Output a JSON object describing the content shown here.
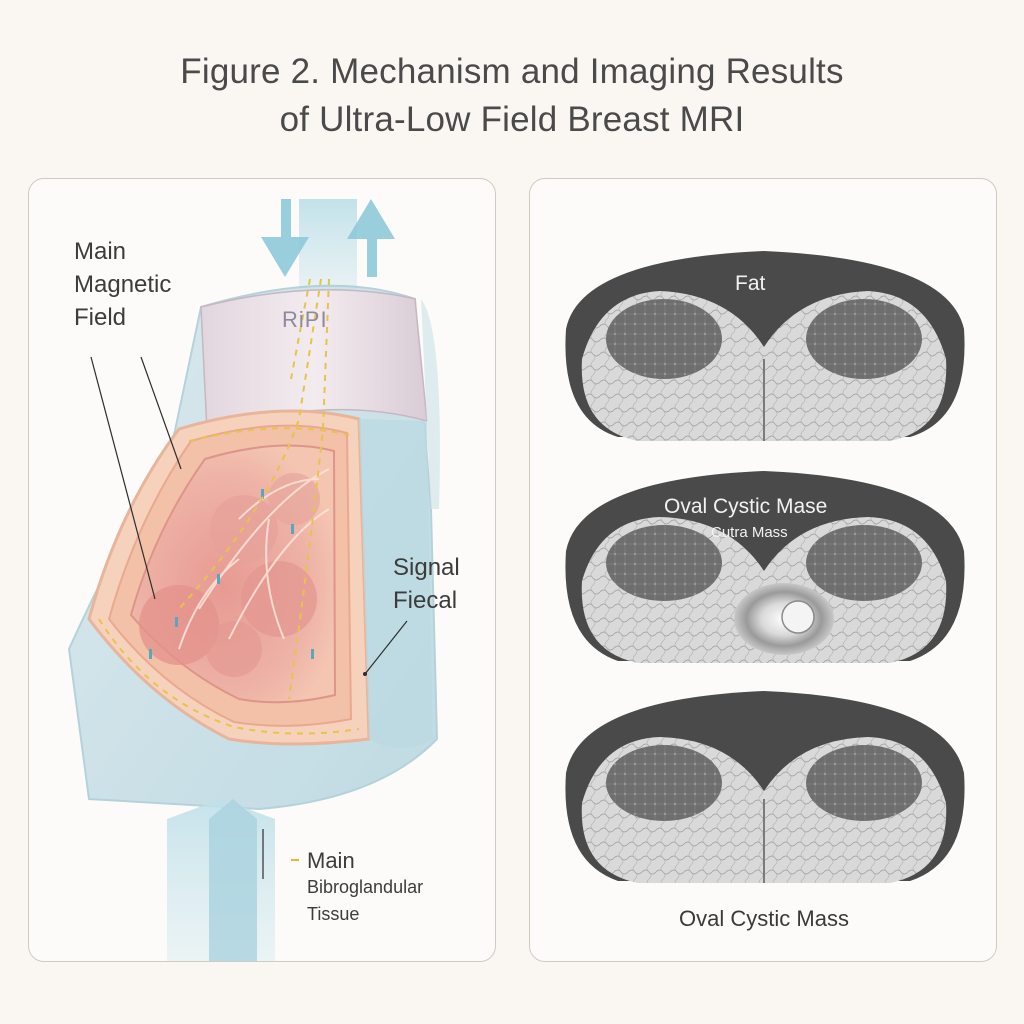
{
  "title": {
    "line1": "Figure 2. Mechanism and Imaging Results",
    "line2": "of Ultra-Low Field Breast MRI"
  },
  "left_panel": {
    "field_label": [
      "Main",
      "Magnetic",
      "Field"
    ],
    "device_text": "RiPI",
    "signal_label": [
      "Signal",
      "Fiecal"
    ],
    "tissue_label": [
      "Main",
      "Bibroglandular",
      "Tissue"
    ]
  },
  "right_panel": {
    "top_image_label": "Fat",
    "middle_image_label": "Oval Cystic Mase",
    "middle_image_sublabel": "Cutra Mass",
    "bottom_caption": "Oval Cystic Mass"
  },
  "colors": {
    "background": "#faf7f3",
    "panel_border": "#cfcac4",
    "field_arrow": "#8ec9d8",
    "coil": "#cfe4ea",
    "breast_tissue": "#eba79c",
    "mri_background": "#4a4a4a"
  }
}
